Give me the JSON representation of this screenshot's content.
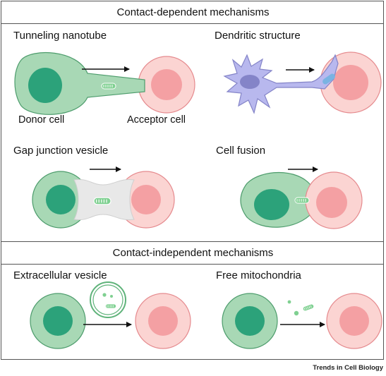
{
  "sections": [
    {
      "title": "Contact-dependent mechanisms",
      "panels": [
        {
          "label": "Tunneling nanotube",
          "captions": [
            "Donor cell",
            "Acceptor cell"
          ]
        },
        {
          "label": "Dendritic structure"
        },
        {
          "label": "Gap junction vesicle"
        },
        {
          "label": "Cell fusion"
        }
      ]
    },
    {
      "title": "Contact-independent mechanisms",
      "panels": [
        {
          "label": "Extracellular vesicle"
        },
        {
          "label": "Free mitochondria"
        }
      ]
    }
  ],
  "credit": "Trends in Cell Biology",
  "colors": {
    "donor_cell": "#a8d8b5",
    "donor_nucleus": "#2ca27a",
    "acceptor_cell": "#fbd4d2",
    "acceptor_nucleus": "#f4a0a3",
    "neuron": "#b8b8ee",
    "neuron_nucleus": "#8484c8",
    "mitochondrion_green": "#7fd091",
    "mitochondrion_blue": "#7ab3e2"
  },
  "icons": [
    "arrow-right-icon",
    "mitochondrion-icon",
    "cell-icon",
    "neuron-icon",
    "vesicle-icon"
  ]
}
